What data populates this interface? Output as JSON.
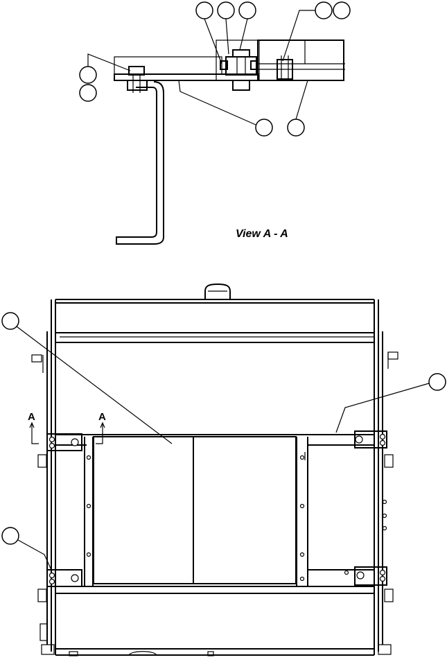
{
  "view_title": "View A - A",
  "section_marker_left": "A",
  "section_marker_right": "A"
}
